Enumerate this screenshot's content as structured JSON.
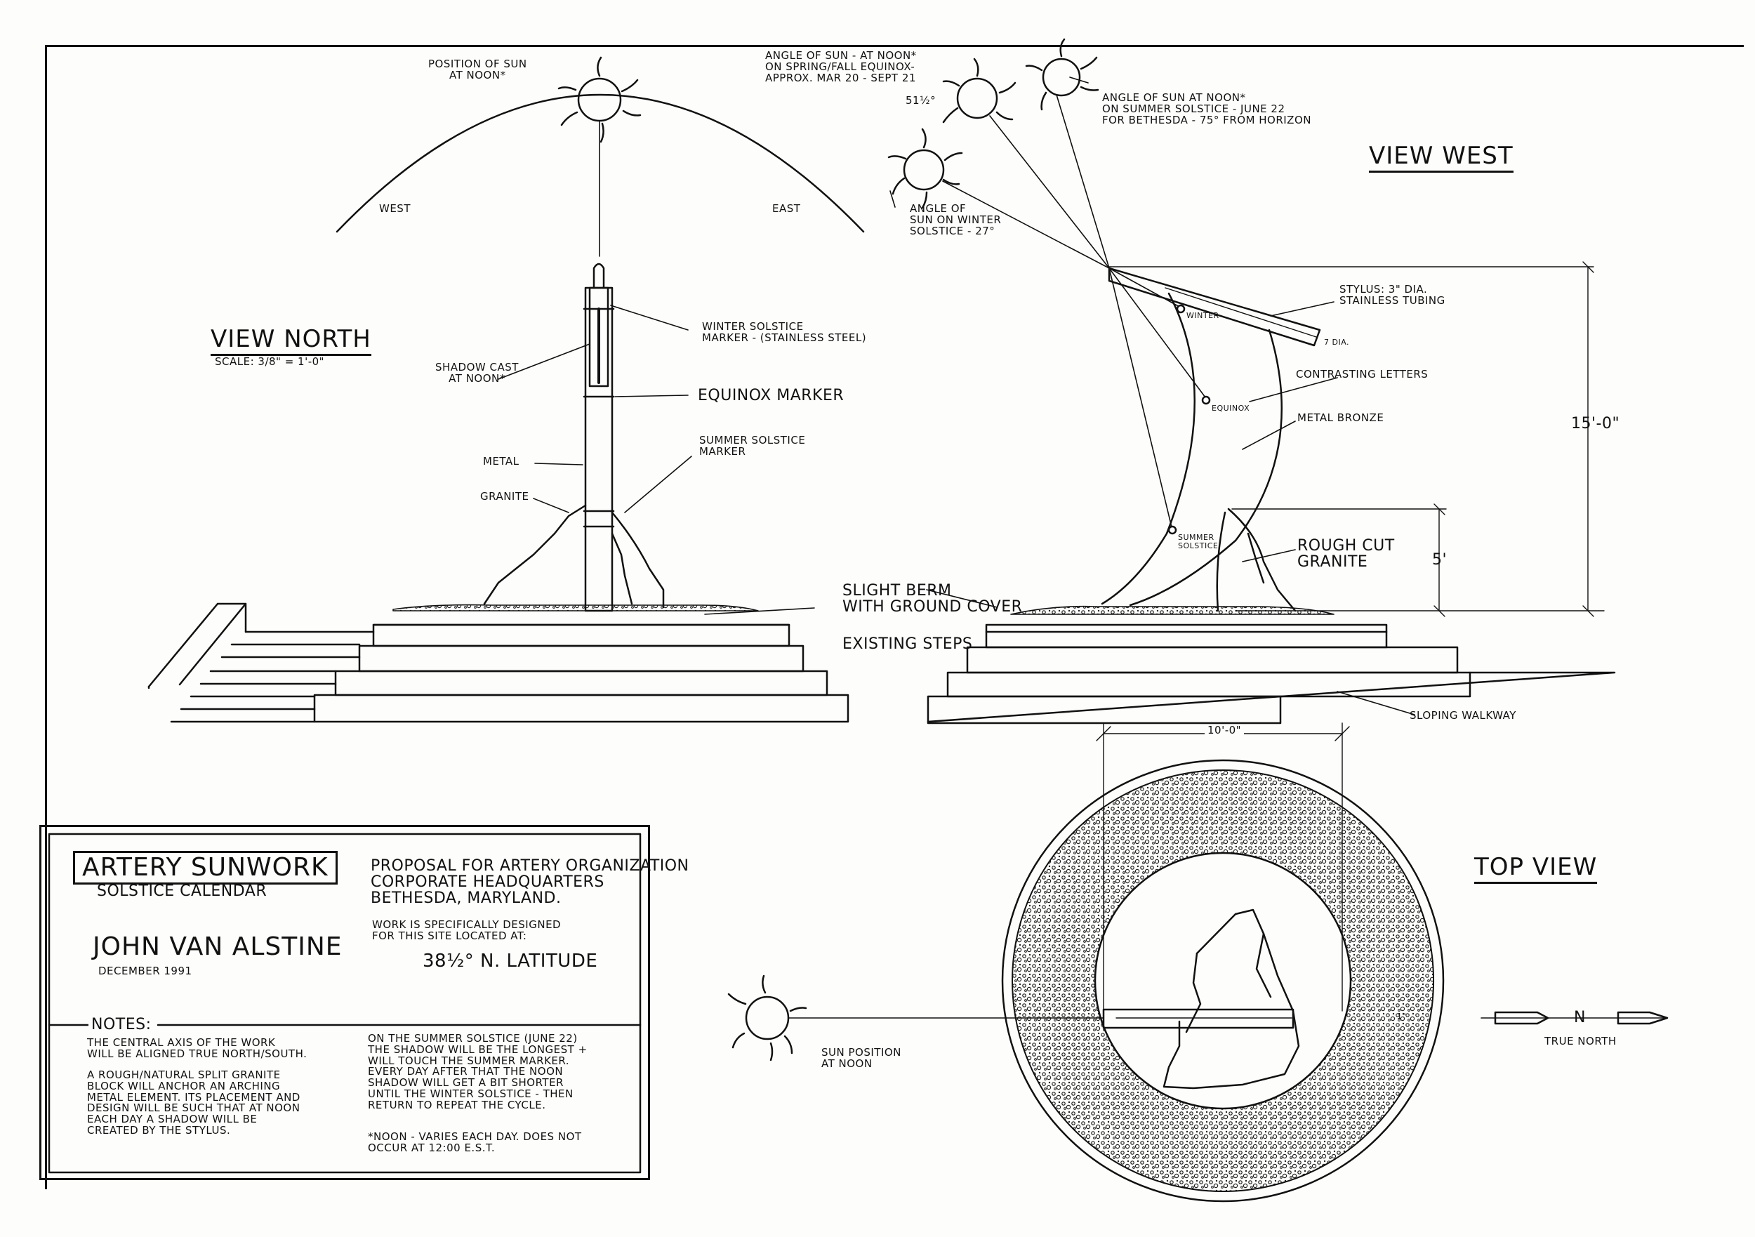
{
  "views": {
    "north": {
      "title": "VIEW NORTH",
      "scale": "SCALE: 3/8\" = 1'-0\""
    },
    "west": {
      "title": "VIEW WEST"
    },
    "top": {
      "title": "TOP VIEW"
    }
  },
  "north_labels": {
    "sun_position": "POSITION OF SUN\nAT NOON*",
    "west": "WEST",
    "east": "EAST",
    "winter_marker": "WINTER SOLSTICE\nMARKER - (STAINLESS STEEL)",
    "shadow": "SHADOW CAST\nAT NOON*",
    "equinox": "EQUINOX MARKER",
    "summer_marker": "SUMMER SOLSTICE\nMARKER",
    "metal": "METAL",
    "granite": "GRANITE",
    "berm": "SLIGHT BERM\nWITH GROUND COVER",
    "steps": "EXISTING STEPS"
  },
  "west_labels": {
    "equinox_sun": "ANGLE OF SUN - AT NOON*\nON SPRING/FALL EQUINOX-\nAPPROX. MAR 20 - SEPT 21",
    "equinox_angle": "51½°",
    "summer_sun": "ANGLE OF SUN AT NOON*\nON SUMMER SOLSTICE - JUNE 22\nFOR BETHESDA - 75° FROM HORIZON",
    "winter_sun": "ANGLE OF\nSUN ON WINTER\nSOLSTICE - 27°",
    "stylus": "STYLUS: 3\" DIA.\nSTAINLESS TUBING",
    "stylus_dim": "7 DIA.",
    "contrasting": "CONTRASTING LETTERS",
    "bronze": "METAL BRONZE",
    "winter_mark": "WINTER",
    "equinox_mark": "EQUINOX",
    "summer_mark": "SUMMER\nSOLSTICE",
    "rough_granite": "ROUGH CUT\nGRANITE",
    "height_total": "15'-0\"",
    "height_granite": "5'",
    "walkway": "SLOPING WALKWAY"
  },
  "top_labels": {
    "diameter": "10'-0\"",
    "sun": "SUN POSITION\nAT NOON",
    "north": "TRUE NORTH",
    "n_letter": "N",
    "stylus_dim": "1\""
  },
  "title_block": {
    "project": "ARTERY SUNWORK",
    "subtitle": "SOLSTICE CALENDAR",
    "artist": "JOHN VAN ALSTINE",
    "date": "DECEMBER 1991",
    "proposal": "PROPOSAL FOR ARTERY ORGANIZATION\nCORPORATE HEADQUARTERS\nBETHESDA, MARYLAND.",
    "site_note": "WORK IS SPECIFICALLY DESIGNED\nFOR THIS SITE LOCATED AT:",
    "latitude": "38½° N. LATITUDE",
    "notes_heading": "NOTES:",
    "note1": "THE CENTRAL AXIS OF THE WORK\nWILL BE ALIGNED TRUE NORTH/SOUTH.",
    "note2": "A ROUGH/NATURAL SPLIT GRANITE\nBLOCK WILL ANCHOR AN ARCHING\nMETAL ELEMENT. ITS PLACEMENT AND\nDESIGN WILL BE SUCH THAT AT NOON\nEACH DAY A SHADOW WILL BE\nCREATED BY THE STYLUS.",
    "note3": "ON THE SUMMER SOLSTICE (JUNE 22)\nTHE SHADOW WILL BE THE LONGEST +\nWILL TOUCH THE SUMMER MARKER.\nEVERY DAY AFTER THAT THE NOON\nSHADOW WILL GET A BIT SHORTER\nUNTIL THE WINTER SOLSTICE - THEN\nRETURN TO REPEAT THE CYCLE.",
    "note4": "*NOON - VARIES EACH DAY. DOES NOT\nOCCUR AT 12:00 E.S.T."
  }
}
